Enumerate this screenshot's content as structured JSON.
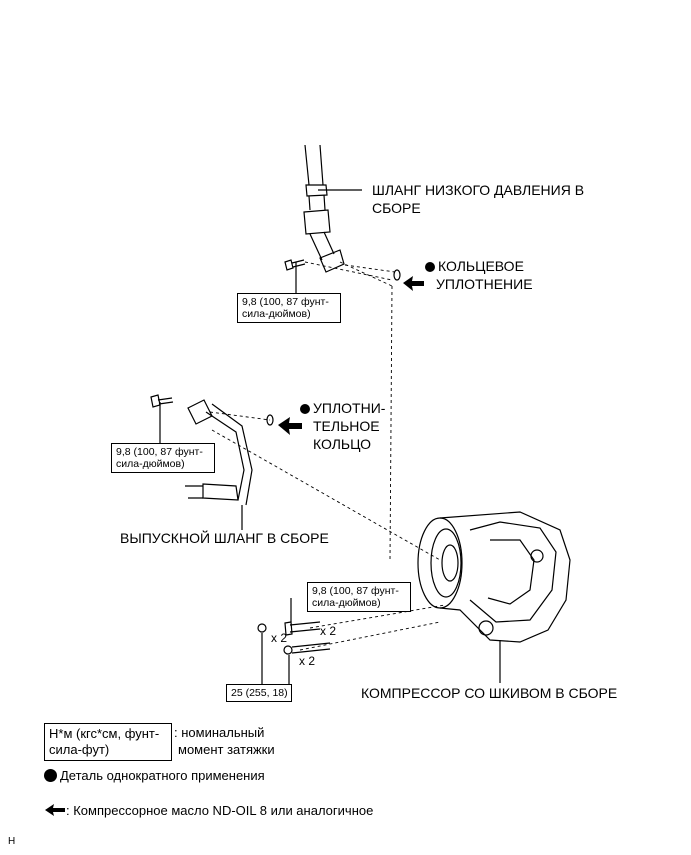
{
  "labels": {
    "low_pressure_hose": [
      "ШЛАНГ НИЗКОГО ДАВЛЕНИЯ В",
      "СБОРЕ"
    ],
    "o_ring_top": [
      "КОЛЬЦЕВОЕ",
      "УПЛОТНЕНИЕ"
    ],
    "seal_ring": [
      "УПЛОТНИ-",
      "ТЕЛЬНОЕ",
      "КОЛЬЦО"
    ],
    "discharge_hose": "ВЫПУСКНОЙ ШЛАНГ В СБОРЕ",
    "compressor": "КОМПРЕССОР СО ШКИВОМ В СБОРЕ"
  },
  "torque_boxes": {
    "top": [
      "9,8 (100, 87 фунт-",
      "сила-дюймов)"
    ],
    "middle": [
      "9,8 (100, 87 фунт-",
      "сила-дюймов)"
    ],
    "bolts": [
      "9,8 (100, 87 фунт-",
      "сила-дюймов)"
    ],
    "bottom": "25 (255, 18)"
  },
  "multipliers": [
    "x 2",
    "x 2",
    "x 2"
  ],
  "legend": {
    "torque_unit": [
      "Н*м (кгс*см, фунт-",
      "сила-фут)"
    ],
    "torque_desc": [
      ": номинальный",
      "момент затяжки"
    ],
    "one_time": "Деталь однократного применения",
    "oil": ": Компрессорное масло ND-OIL 8 или аналогичное"
  },
  "corner_mark": "H"
}
